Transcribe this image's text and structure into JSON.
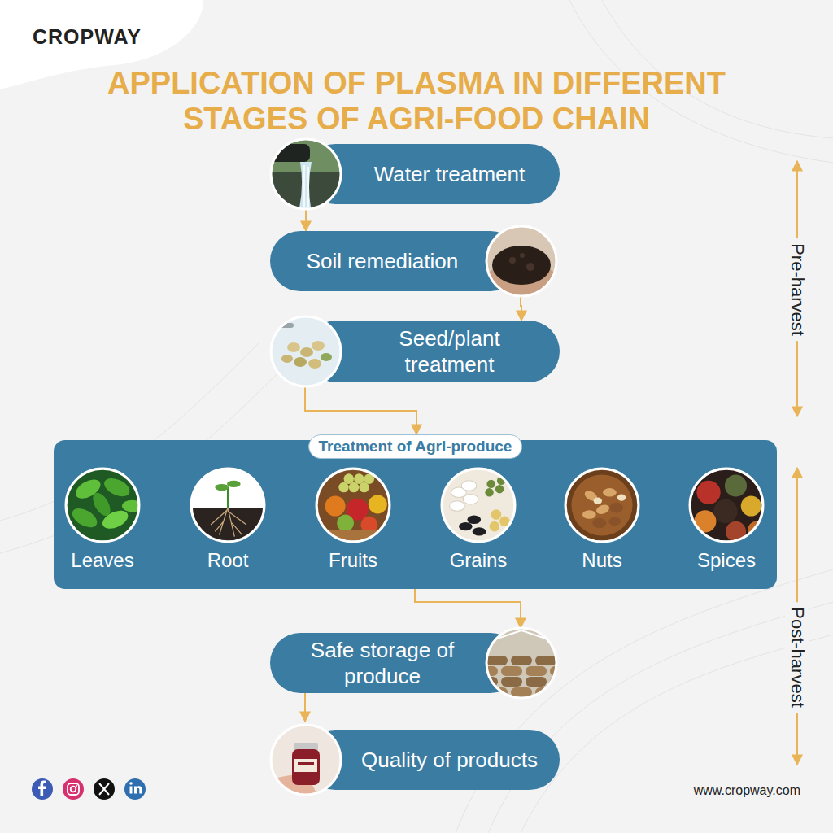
{
  "diagram": {
    "title": "APPLICATION OF PLASMA IN DIFFERENT STAGES OF AGRI-FOOD CHAIN",
    "nodes": [
      {
        "text": [
          "Water treatment"
        ]
      },
      {
        "text": [
          "Soil remediation"
        ]
      },
      {
        "text": [
          "Seed/plant treatment"
        ]
      },
      {
        "text": [
          "Treatment of Agri-produce"
        ]
      },
      {
        "text": [
          "Leaves"
        ],
        "in": 3
      },
      {
        "text": [
          "Root"
        ],
        "in": 3
      },
      {
        "text": [
          "Fruits"
        ],
        "in": 3
      },
      {
        "text": [
          "Grains"
        ],
        "in": 3
      },
      {
        "text": [
          "Nuts"
        ],
        "in": 3
      },
      {
        "text": [
          "Spices"
        ],
        "in": 3
      },
      {
        "text": [
          "Safe storage of produce"
        ]
      },
      {
        "text": [
          "Quality of products"
        ]
      }
    ],
    "edges": [
      {
        "from": 0,
        "to": 1,
        "arrow": "to"
      },
      {
        "from": 1,
        "to": 2,
        "arrow": "to"
      },
      {
        "from": 2,
        "to": 3,
        "arrow": "to"
      },
      {
        "from": 3,
        "to": 10,
        "arrow": "to"
      },
      {
        "from": 10,
        "to": 11,
        "arrow": "to"
      }
    ],
    "labels": [
      "CROPWAY",
      "Pre-harvest",
      "Post-harvest",
      "www.cropway.com"
    ]
  }
}
